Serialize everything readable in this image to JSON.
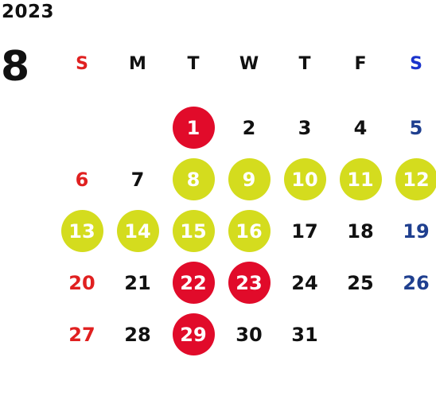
{
  "year": "2023",
  "month": "8",
  "weekdays": [
    "S",
    "M",
    "T",
    "W",
    "T",
    "F",
    "S"
  ],
  "colors": {
    "sunday": "#e02020",
    "saturday": "#1f3f8f",
    "highlight_red": "#e10b2a",
    "highlight_yellow": "#d4dc1e"
  },
  "weeks": [
    [
      "",
      "",
      "1",
      "2",
      "3",
      "4",
      "5"
    ],
    [
      "6",
      "7",
      "8",
      "9",
      "10",
      "11",
      "12"
    ],
    [
      "13",
      "14",
      "15",
      "16",
      "17",
      "18",
      "19"
    ],
    [
      "20",
      "21",
      "22",
      "23",
      "24",
      "25",
      "26"
    ],
    [
      "27",
      "28",
      "29",
      "30",
      "31",
      "",
      ""
    ]
  ],
  "highlights": {
    "red": [
      "1",
      "22",
      "23",
      "29"
    ],
    "yellow": [
      "8",
      "9",
      "10",
      "11",
      "12",
      "13",
      "14",
      "15",
      "16"
    ]
  }
}
